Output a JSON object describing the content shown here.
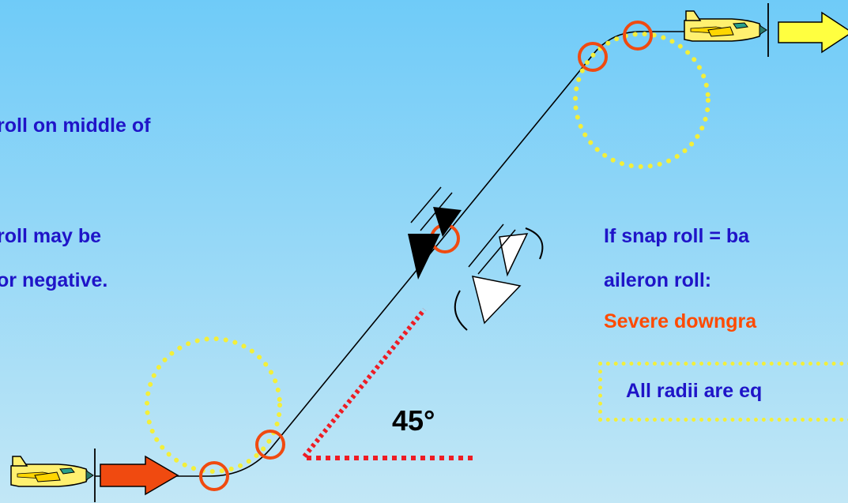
{
  "notes": {
    "line1": "roll on middle of",
    "line2a": "roll may be",
    "line2b": "or negative.",
    "line3a": "If snap roll = ba",
    "line3b": "aileron roll:",
    "line3c": "Severe downgra"
  },
  "angle_label": "45°",
  "radii_note": "All radii are eq",
  "colors": {
    "background_top": "#6fcbf8",
    "background_bottom": "#c2e7f6",
    "note_blue": "#1f14c8",
    "downgrade_red": "#ff4a00",
    "dotted_circle": "#f3ef3a",
    "marker_circle": "#f04a10",
    "entry_arrow": "#f04a10",
    "exit_arrow": "#ffff40"
  },
  "icons": {
    "entry_plane": "airplane-icon",
    "exit_plane": "airplane-icon",
    "entry_arrow": "arrow-right-icon",
    "exit_arrow": "arrow-right-icon"
  }
}
